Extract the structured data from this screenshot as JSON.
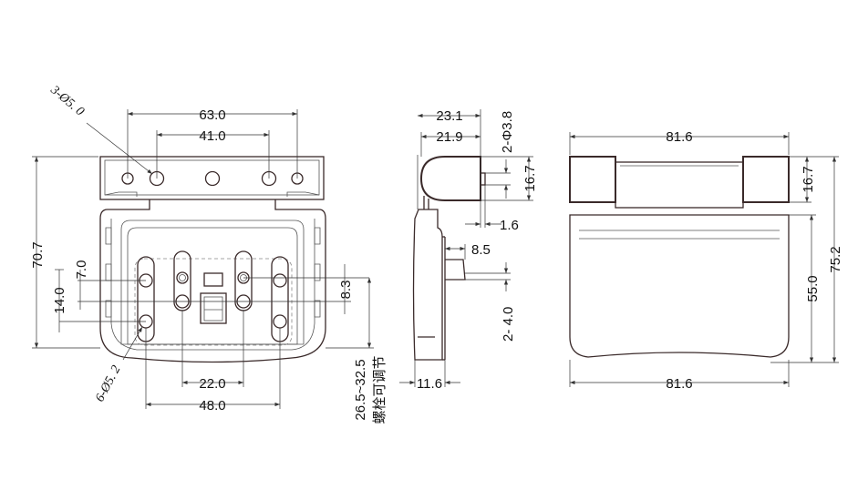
{
  "front_view": {
    "hole_note_top": "3-Ø5. 0",
    "hole_note_bottom": "6-Ø5. 2",
    "dim_63": "63.0",
    "dim_41": "41.0",
    "dim_70_7": "70.7",
    "dim_7": "7.0",
    "dim_14": "14.0",
    "dim_8_3": "8.3",
    "dim_22": "22.0",
    "dim_48": "48.0",
    "adjust_range": "26.5~32.5",
    "adjust_note": "螺栓可调节"
  },
  "side_view": {
    "dim_23_1": "23.1",
    "dim_21_9": "21.9",
    "pin_note": "2-Φ3.8",
    "dim_16_7": "16.7",
    "dim_1_6": "1.6",
    "dim_8_5": "8.5",
    "dim_4": "2- 4.0",
    "dim_11_6": "11.6"
  },
  "rear_view": {
    "dim_width_top": "81.6",
    "dim_width_bottom": "81.6",
    "dim_16_7": "16.7",
    "dim_55": "55.0",
    "dim_75_2": "75.2"
  }
}
